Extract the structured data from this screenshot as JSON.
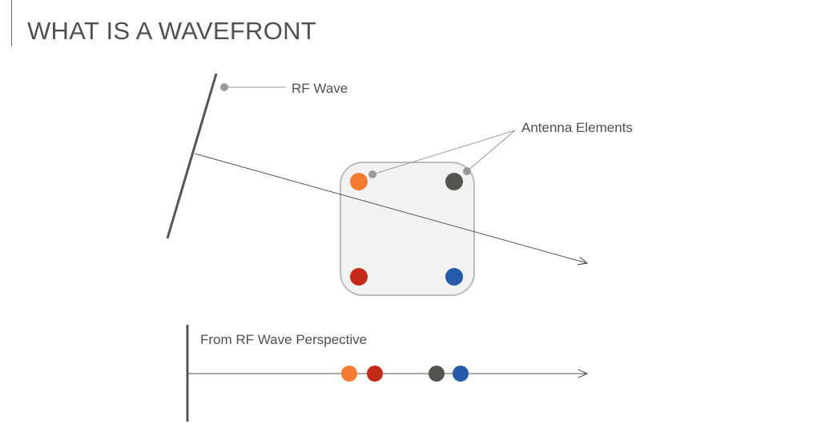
{
  "title": "WHAT IS A WAVEFRONT",
  "labels": {
    "rf_wave": "RF Wave",
    "antenna_elements": "Antenna Elements",
    "perspective": "From RF Wave Perspective"
  },
  "colors": {
    "orange": "#f47b2f",
    "dark": "#545450",
    "red": "#c42a17",
    "blue": "#245baa",
    "box_fill": "#f2f2f2",
    "box_stroke": "#bbbbbb",
    "callout": "#9a9a9a"
  }
}
